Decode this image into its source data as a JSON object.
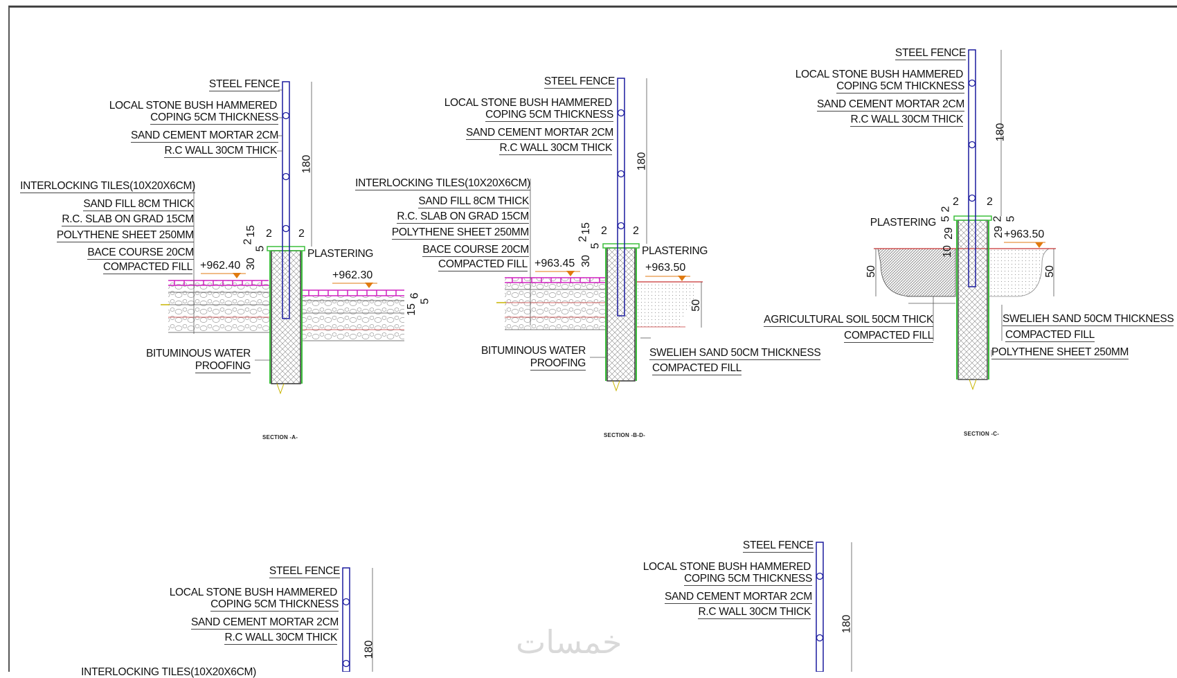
{
  "sections": [
    {
      "id": "A",
      "title": "SECTION -A-",
      "labels": {
        "steel_fence": "STEEL FENCE",
        "coping_1": "LOCAL STONE BUSH HAMMERED",
        "coping_2": "COPING 5CM THICKNESS",
        "mortar": "SAND CEMENT MORTAR 2CM",
        "rc_wall": "R.C WALL 30CM THICK",
        "tiles": "INTERLOCKING TILES(10X20X6CM)",
        "sand_fill": "SAND FILL 8CM THICK",
        "slab": "R.C. SLAB ON GRAD 15CM",
        "polythene": "POLYTHENE SHEET 250MM",
        "base": "BACE COURSE 20CM",
        "compacted": "COMPACTED FILL",
        "plastering": "PLASTERING",
        "bitum_1": "BITUMINOUS WATER",
        "bitum_2": "PROOFING"
      },
      "levels": [
        "+962.40",
        "+962.30"
      ],
      "dims": [
        "180",
        "2",
        "2",
        "2",
        "15",
        "5",
        "30",
        "15",
        "6",
        "5"
      ]
    },
    {
      "id": "B-D",
      "title": "SECTION -B-D-",
      "labels": {
        "steel_fence": "STEEL FENCE",
        "coping_1": "LOCAL STONE BUSH HAMMERED",
        "coping_2": "COPING 5CM THICKNESS",
        "mortar": "SAND CEMENT MORTAR 2CM",
        "rc_wall": "R.C WALL 30CM THICK",
        "tiles": "INTERLOCKING TILES(10X20X6CM)",
        "sand_fill": "SAND FILL 8CM THICK",
        "slab": "R.C. SLAB ON GRAD 15CM",
        "polythene": "POLYTHENE SHEET 250MM",
        "base": "BACE COURSE 20CM",
        "compacted": "COMPACTED FILL",
        "plastering": "PLASTERING",
        "bitum_1": "BITUMINOUS WATER",
        "bitum_2": "PROOFING",
        "swelieh": "SWELIEH SAND 50CM THICKNESS",
        "compacted_2": "COMPACTED FILL"
      },
      "levels": [
        "+963.45",
        "+963.50"
      ],
      "dims": [
        "180",
        "2",
        "2",
        "2",
        "15",
        "5",
        "30",
        "50"
      ]
    },
    {
      "id": "C",
      "title": "SECTION -C-",
      "labels": {
        "steel_fence": "STEEL FENCE",
        "coping_1": "LOCAL STONE BUSH HAMMERED",
        "coping_2": "COPING 5CM THICKNESS",
        "mortar": "SAND CEMENT MORTAR 2CM",
        "rc_wall": "R.C WALL 30CM THICK",
        "plastering": "PLASTERING",
        "agri": "AGRICULTURAL SOIL 50CM THICK",
        "compacted": "COMPACTED FILL",
        "swelieh": "SWELIEH SAND 50CM THICKNESS",
        "compacted_2": "COMPACTED FILL",
        "polythene": "POLYTHENE SHEET 250MM"
      },
      "levels": [
        "+963.50"
      ],
      "dims": [
        "180",
        "2",
        "2",
        "2",
        "5",
        "5",
        "29",
        "29",
        "2",
        "10",
        "50",
        "50"
      ]
    },
    {
      "id": "D-lower",
      "labels": {
        "steel_fence": "STEEL FENCE",
        "coping_1": "LOCAL STONE BUSH HAMMERED",
        "coping_2": "COPING 5CM THICKNESS",
        "mortar": "SAND CEMENT MORTAR 2CM",
        "rc_wall": "R.C WALL 30CM THICK",
        "tiles": "INTERLOCKING TILES(10X20X6CM)"
      },
      "dims": [
        "180"
      ]
    },
    {
      "id": "E-lower",
      "labels": {
        "steel_fence": "STEEL FENCE",
        "coping_1": "LOCAL STONE BUSH HAMMERED",
        "coping_2": "COPING 5CM THICKNESS",
        "mortar": "SAND CEMENT MORTAR 2CM",
        "rc_wall": "R.C WALL 30CM THICK"
      },
      "dims": [
        "180"
      ]
    }
  ],
  "watermark": "خمسات",
  "colors": {
    "fence": "#1a1a9e",
    "plaster": "#3cbf3c",
    "tiles": "#d020c0",
    "level": "#e07a10",
    "ground": "#c83030",
    "hatch": "#777777"
  }
}
